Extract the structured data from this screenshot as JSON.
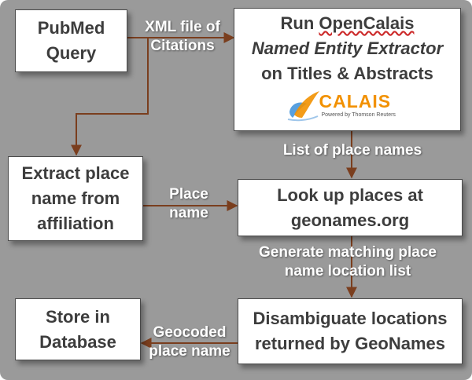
{
  "colors": {
    "background": "#9a9a9a",
    "box_fill": "#ffffff",
    "box_text": "#3d3d3d",
    "arrow": "#7a3e1e",
    "label_text": "#ffffff",
    "logo_orange": "#f29100",
    "logo_blue": "#3b8fd9"
  },
  "nodes": {
    "pubmed_query": {
      "line1": "PubMed",
      "line2": "Query"
    },
    "run_opencalais": {
      "line1_prefix": "Run ",
      "line1_brand": "OpenCalais",
      "line2": "Named Entity Extractor",
      "line3": "on Titles & Abstracts",
      "logo": {
        "icon": "calais-bird-icon",
        "text": "CALAIS",
        "subtext": "Powered by Thomson Reuters"
      }
    },
    "extract_place": {
      "line1": "Extract place",
      "line2": "name from",
      "line3": "affiliation"
    },
    "lookup_places": {
      "line1": "Look up places at",
      "line2": "geonames.org"
    },
    "store_db": {
      "line1": "Store in",
      "line2": "Database"
    },
    "disambiguate": {
      "line1": "Disambiguate locations",
      "line2": "returned by GeoNames"
    }
  },
  "edges": {
    "xml_file": {
      "line1": "XML file of",
      "line2": "Citations"
    },
    "list_place_names": {
      "line1": "List of place names"
    },
    "place_name": {
      "line1": "Place",
      "line2": "name"
    },
    "generate_matching": {
      "line1": "Generate matching place",
      "line2": "name location list"
    },
    "geocoded": {
      "line1": "Geocoded",
      "line2": "place name"
    }
  }
}
